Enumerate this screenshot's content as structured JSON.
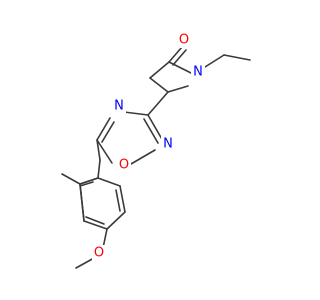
{
  "atoms": {
    "o_carbonyl": {
      "label": "O",
      "color": "#ff0000"
    },
    "n_lactam": {
      "label": "N",
      "color": "#0000ff"
    },
    "n_oxadiazole_4": {
      "label": "N",
      "color": "#0000ff"
    },
    "n_oxadiazole_2": {
      "label": "N",
      "color": "#0000ff"
    },
    "o_oxadiazole": {
      "label": "O",
      "color": "#ff0000"
    },
    "o_methoxy": {
      "label": "O",
      "color": "#ff0000"
    }
  }
}
